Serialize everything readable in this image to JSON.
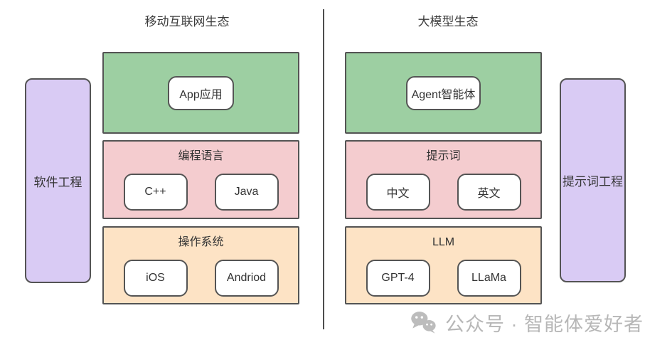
{
  "left": {
    "title": "移动互联网生态",
    "side_label": "软件工程",
    "layers": [
      {
        "name": "app-layer",
        "label": "",
        "chips": [
          "App应用"
        ]
      },
      {
        "name": "language-layer",
        "label": "编程语言",
        "chips": [
          "C++",
          "Java"
        ]
      },
      {
        "name": "os-layer",
        "label": "操作系统",
        "chips": [
          "iOS",
          "Andriod"
        ]
      }
    ]
  },
  "right": {
    "title": "大模型生态",
    "side_label": "提示词工程",
    "layers": [
      {
        "name": "agent-layer",
        "label": "",
        "chips": [
          "Agent智能体"
        ]
      },
      {
        "name": "prompt-layer",
        "label": "提示词",
        "chips": [
          "中文",
          "英文"
        ]
      },
      {
        "name": "llm-layer",
        "label": "LLM",
        "chips": [
          "GPT-4",
          "LLaMa"
        ]
      }
    ]
  },
  "watermark": {
    "icon": "wechat-icon",
    "text": "公众号 · 智能体爱好者"
  },
  "colors": {
    "green": "#9dcfa2",
    "pink": "#f4cccf",
    "orange": "#fde3c5",
    "purple": "#d9cbf4",
    "border": "#545454",
    "divider": "#4d4d4d",
    "text": "#333333",
    "watermark": "#b7b7b7"
  }
}
